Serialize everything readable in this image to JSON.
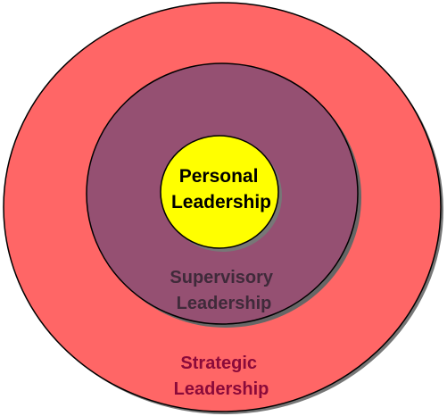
{
  "diagram": {
    "rings": [
      {
        "id": "strategic",
        "label_lines": [
          "Strategic",
          "Leadership"
        ],
        "fill": "#ff6666",
        "text_color": "#8b0a3a"
      },
      {
        "id": "supervisory",
        "label_lines": [
          "Supervisory",
          "Leadership"
        ],
        "fill": "#955072",
        "text_color": "#3f2a3a"
      },
      {
        "id": "personal",
        "label_lines": [
          "Personal",
          "Leadership"
        ],
        "fill": "#ffff00",
        "text_color": "#000000"
      }
    ]
  }
}
